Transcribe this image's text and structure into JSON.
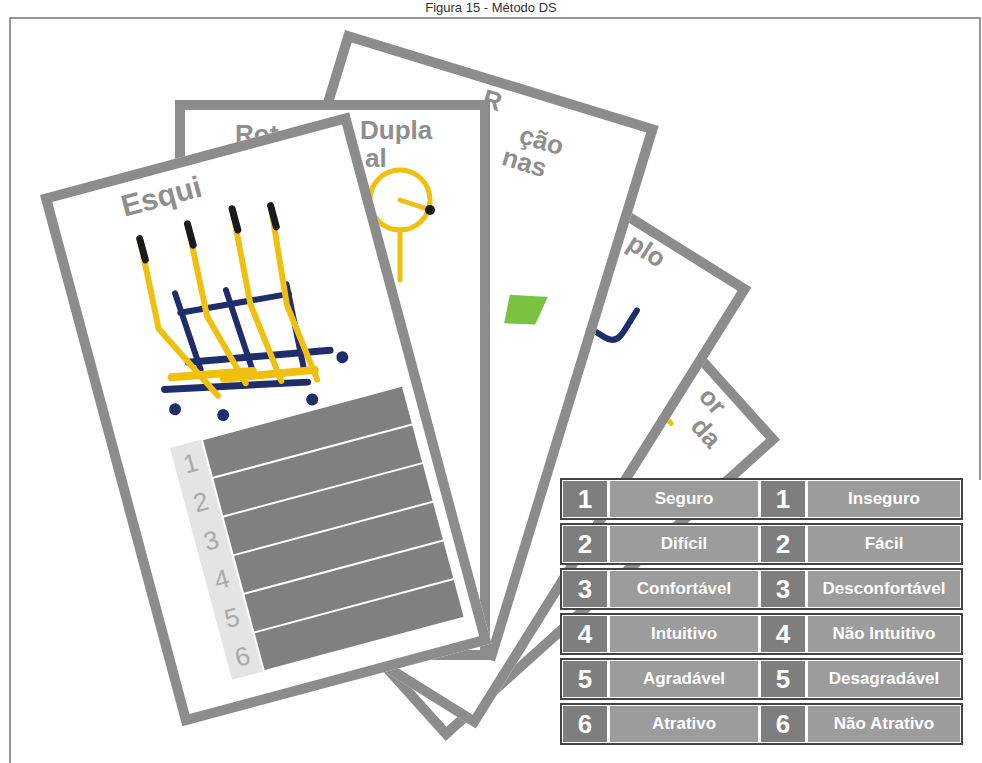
{
  "diagram": {
    "title": "Figura 15 - Método DS",
    "nodes": [
      {
        "text": [
          "Esqui"
        ]
      },
      {
        "text": [
          "Rot",
          "Dupla",
          "al"
        ]
      },
      {
        "text": [
          "R",
          "ção",
          "nas"
        ]
      },
      {
        "text": [
          "plo"
        ]
      },
      {
        "text": [
          "or",
          "da"
        ]
      }
    ],
    "labels": [
      "1",
      "2",
      "3",
      "4",
      "5",
      "6",
      "1",
      "Seguro",
      "1",
      "Inseguro",
      "2",
      "Difícil",
      "2",
      "Fácil",
      "3",
      "Confortável",
      "3",
      "Desconfortável",
      "4",
      "Intuitivo",
      "4",
      "Não Intuitivo",
      "5",
      "Agradável",
      "5",
      "Desagradável",
      "6",
      "Atrativo",
      "6",
      "Não Atrativo"
    ]
  }
}
